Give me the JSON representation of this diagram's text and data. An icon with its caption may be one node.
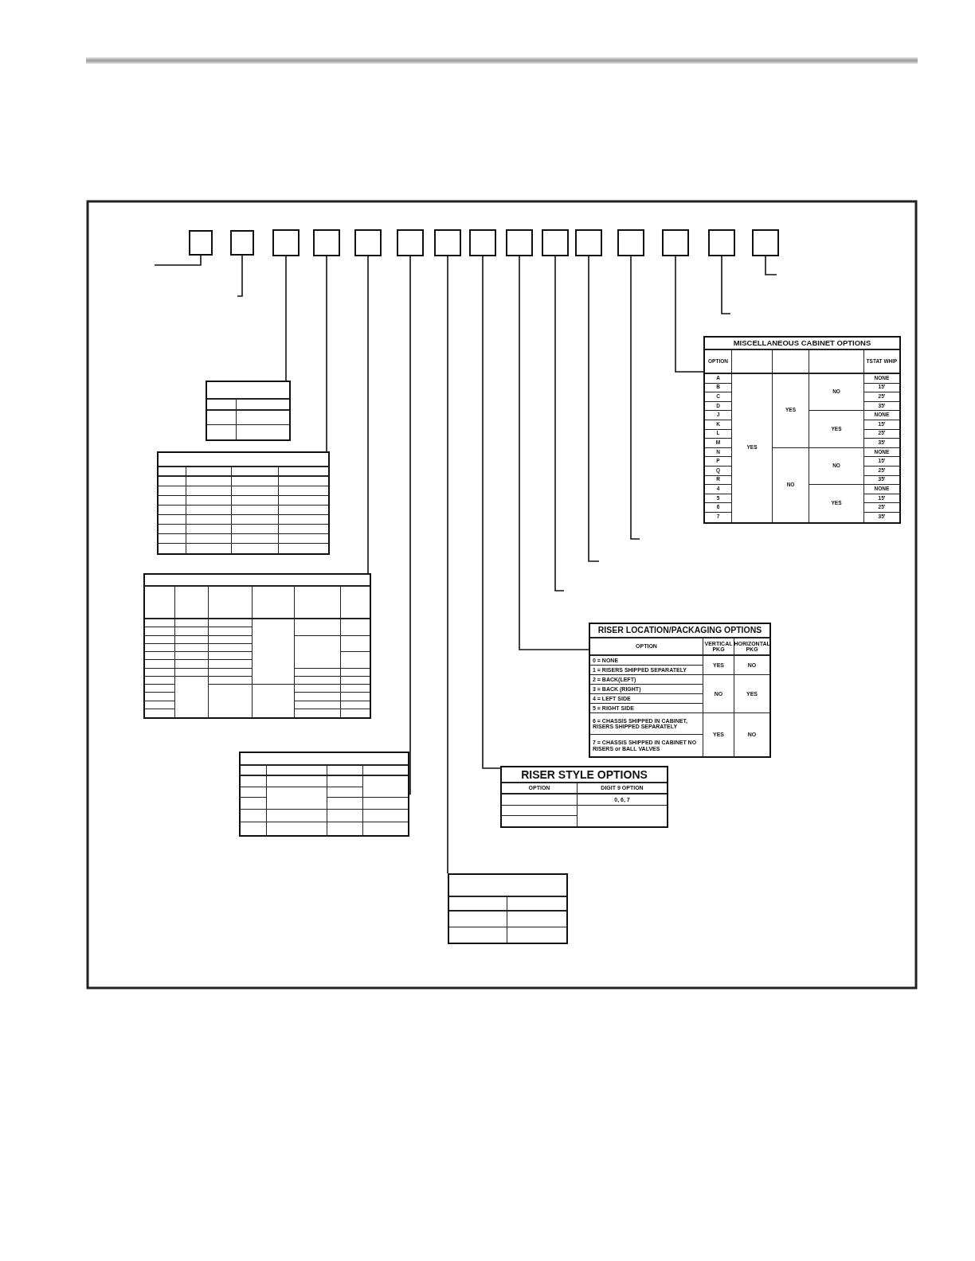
{
  "diagram": {
    "nodes": [
      {
        "text": [],
        "shape": "box"
      },
      {
        "text": [],
        "shape": "box"
      },
      {
        "text": [],
        "shape": "box"
      },
      {
        "text": [],
        "shape": "box"
      },
      {
        "text": [],
        "shape": "box"
      },
      {
        "text": [],
        "shape": "box"
      },
      {
        "text": [],
        "shape": "box"
      },
      {
        "text": [],
        "shape": "box"
      },
      {
        "text": [],
        "shape": "box"
      },
      {
        "text": [],
        "shape": "box"
      },
      {
        "text": [],
        "shape": "box"
      },
      {
        "text": [],
        "shape": "box"
      },
      {
        "text": [],
        "shape": "box"
      },
      {
        "text": [],
        "shape": "box"
      },
      {
        "text": [],
        "shape": "box"
      },
      {
        "text": [
          "MISCELLANEOUS CABINET OPTIONS",
          "OPTION",
          "TSTAT WHIP",
          "A",
          "YES",
          "YES",
          "NO",
          "NONE",
          "B",
          "15'",
          "C",
          "25'",
          "D",
          "35'",
          "J",
          "YES",
          "NONE",
          "K",
          "15'",
          "L",
          "25'",
          "M",
          "35'",
          "N",
          "NO",
          "NO",
          "NONE",
          "P",
          "15'",
          "Q",
          "25'",
          "R",
          "35'",
          "4",
          "YES",
          "NONE",
          "5",
          "15'",
          "6",
          "25'",
          "7",
          "35'"
        ]
      },
      {
        "text": [],
        "shape": "table"
      },
      {
        "text": [],
        "shape": "table"
      },
      {
        "text": [],
        "shape": "table"
      },
      {
        "text": [
          "RISER LOCATION/PACKAGING OPTIONS",
          "OPTION",
          "VERTICAL PKG",
          "HORIZONTAL PKG",
          "0 = NONE",
          "YES",
          "NO",
          "1 = RISERS SHIPPED SEPARATELY",
          "2 = BACK(LEFT)",
          "NO",
          "YES",
          "3 = BACK (RIGHT)",
          "4 = LEFT SIDE",
          "5 = RIGHT SIDE",
          "6 = CHASSIS SHIPPED IN CABINET, RISERS SHIPPED SEPARATELY",
          "YES",
          "NO",
          "7 = CHASSIS SHIPPED IN CABINET NO RISERS or BALL VALVES"
        ]
      },
      {
        "text": [],
        "shape": "table"
      },
      {
        "text": [
          "RISER STYLE OPTIONS",
          "OPTION",
          "DIGIT 9 OPTION",
          "0, 6, 7"
        ]
      },
      {
        "text": [],
        "shape": "table"
      }
    ],
    "edges": [
      {
        "from": 0,
        "to": null,
        "arrow": "none"
      },
      {
        "from": 1,
        "to": null,
        "arrow": "none"
      },
      {
        "from": 2,
        "to": 16,
        "arrow": "none"
      },
      {
        "from": 3,
        "to": 17,
        "arrow": "none"
      },
      {
        "from": 4,
        "to": 18,
        "arrow": "none"
      },
      {
        "from": 5,
        "to": 20,
        "arrow": "none"
      },
      {
        "from": 6,
        "to": 22,
        "arrow": "none"
      },
      {
        "from": 7,
        "to": 21,
        "arrow": "none"
      },
      {
        "from": 8,
        "to": 19,
        "arrow": "none"
      },
      {
        "from": 9,
        "to": null,
        "arrow": "none"
      },
      {
        "from": 10,
        "to": null,
        "arrow": "none"
      },
      {
        "from": 11,
        "to": null,
        "arrow": "none"
      },
      {
        "from": 12,
        "to": 15,
        "arrow": "none"
      },
      {
        "from": 13,
        "to": null,
        "arrow": "none"
      },
      {
        "from": 14,
        "to": null,
        "arrow": "none"
      }
    ]
  }
}
